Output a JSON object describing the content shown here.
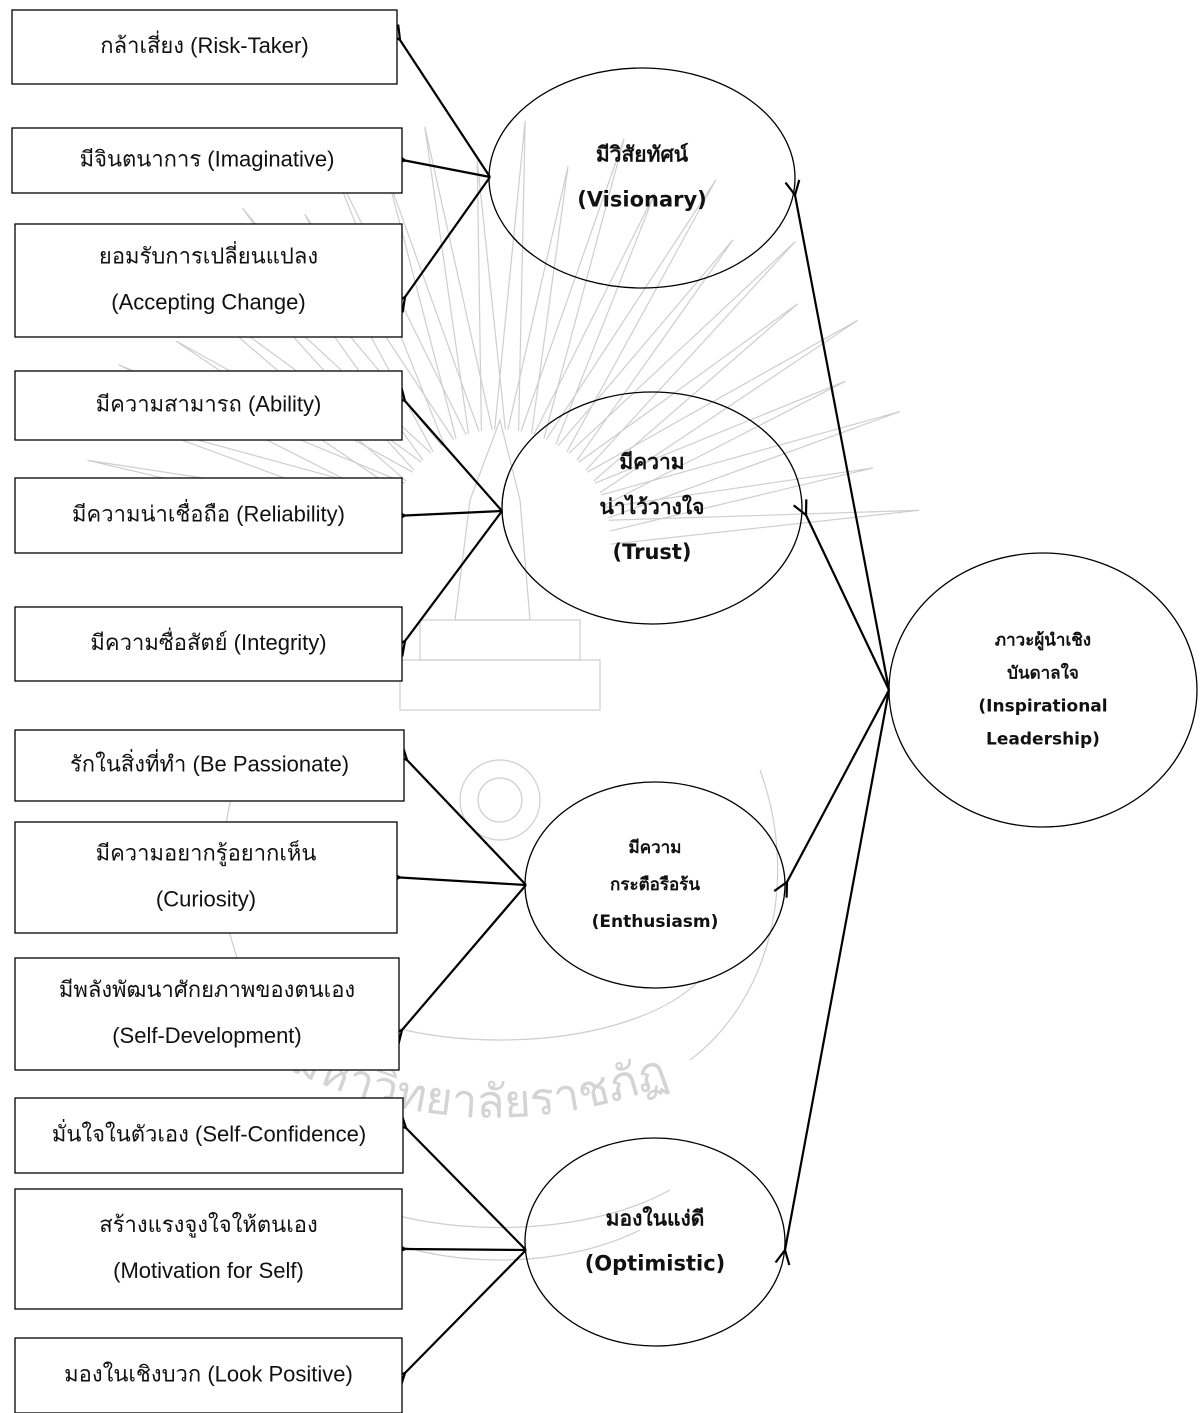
{
  "watermark": {
    "seal_text": "มหาวิทยาลัยราชภัฏ"
  },
  "center": {
    "lines": [
      "ภาวะผู้นำเชิง",
      "บันดาลใจ",
      "(Inspirational",
      "Leadership)"
    ]
  },
  "groups": [
    {
      "id": "visionary",
      "lines": [
        "มีวิสัยทัศน์",
        "(Visionary)"
      ],
      "items": [
        {
          "lines": [
            "กล้าเสี่ยง (Risk-Taker)"
          ]
        },
        {
          "lines": [
            "มีจินตนาการ (Imaginative)"
          ]
        },
        {
          "lines": [
            "ยอมรับการเปลี่ยนแปลง",
            "(Accepting Change)"
          ]
        }
      ]
    },
    {
      "id": "trust",
      "lines": [
        "มีความ",
        "น่าไว้วางใจ",
        "(Trust)"
      ],
      "items": [
        {
          "lines": [
            "มีความสามารถ (Ability)"
          ]
        },
        {
          "lines": [
            "มีความน่าเชื่อถือ (Reliability)"
          ]
        },
        {
          "lines": [
            "มีความซื่อสัตย์ (Integrity)"
          ]
        }
      ]
    },
    {
      "id": "enthusiasm",
      "lines": [
        "มีความ",
        "กระตือรือร้น",
        "(Enthusiasm)"
      ],
      "items": [
        {
          "lines": [
            "รักในสิ่งที่ทำ (Be Passionate)"
          ]
        },
        {
          "lines": [
            "มีความอยากรู้อยากเห็น",
            "(Curiosity)"
          ]
        },
        {
          "lines": [
            "มีพลังพัฒนาศักยภาพของตนเอง",
            "(Self-Development)"
          ]
        }
      ]
    },
    {
      "id": "optimistic",
      "lines": [
        "มองในแง่ดี",
        "(Optimistic)"
      ],
      "items": [
        {
          "lines": [
            "มั่นใจในตัวเอง (Self-Confidence)"
          ]
        },
        {
          "lines": [
            "สร้างแรงจูงใจให้ตนเอง",
            "(Motivation for Self)"
          ]
        },
        {
          "lines": [
            "มองในเชิงบวก (Look Positive)"
          ]
        }
      ]
    }
  ]
}
